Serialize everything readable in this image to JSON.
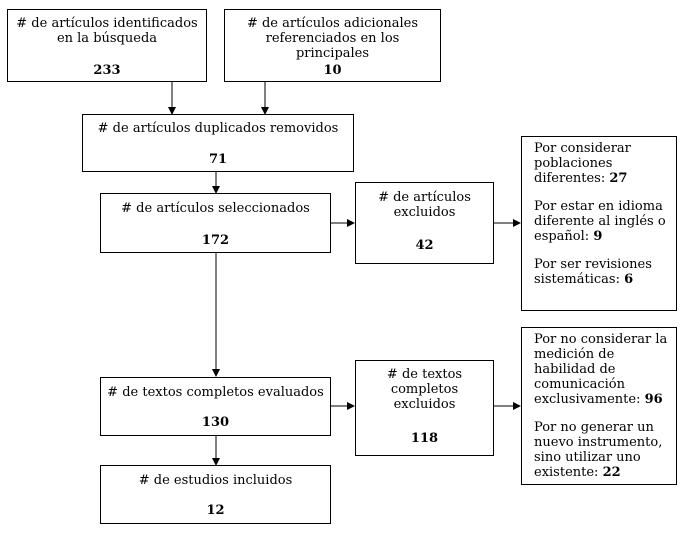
{
  "identified": {
    "label": "# de artículos identificados en la búsqueda",
    "value": "233"
  },
  "additional": {
    "label": "# de artículos adicionales referenciados en los principales",
    "value": "10"
  },
  "duplicates": {
    "label": "# de artículos duplicados removidos",
    "value": "71"
  },
  "selected": {
    "label": "# de artículos seleccionados",
    "value": "172"
  },
  "excluded_articles": {
    "label": "# de artículos excluidos",
    "value": "42"
  },
  "exclusion_reasons_1": [
    {
      "text": "Por considerar poblaciones diferentes:",
      "value": "27"
    },
    {
      "text": "Por estar en idioma diferente al inglés o español:",
      "value": "9"
    },
    {
      "text": "Por ser revisiones sistemáticas:",
      "value": "6"
    }
  ],
  "full_texts": {
    "label": "# de textos completos evaluados",
    "value": "130"
  },
  "excluded_texts": {
    "label": "# de textos completos excluidos",
    "value": "118"
  },
  "exclusion_reasons_2": [
    {
      "text": "Por no considerar la medición de habilidad de comunicación exclusivamente:",
      "value": "96"
    },
    {
      "text": "Por no generar un nuevo instrumento, sino utilizar uno existente:",
      "value": "22"
    }
  ],
  "included": {
    "label": "# de estudios incluidos",
    "value": "12"
  }
}
